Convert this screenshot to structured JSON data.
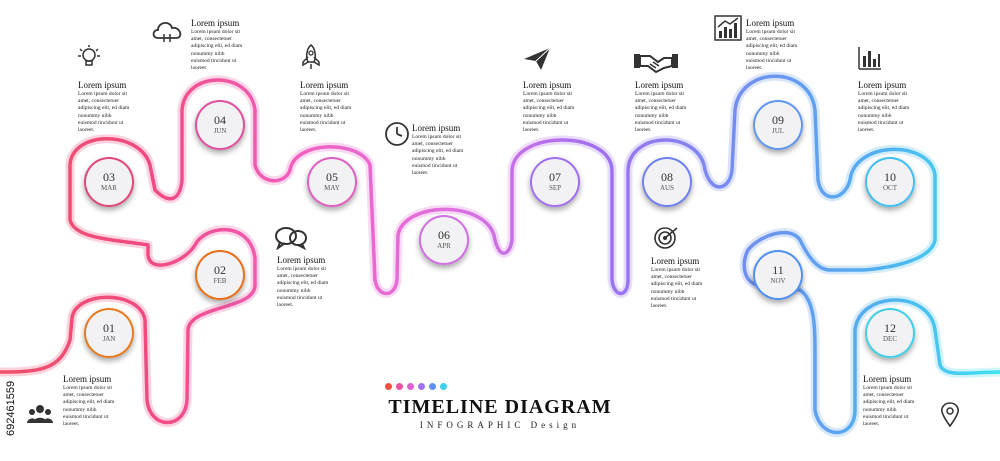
{
  "title": "TIMELINE DIAGRAM",
  "subtitle": "INFOGRAPHIC Design",
  "stock_id": "692461559",
  "palette": [
    "#f0503c",
    "#f050a0",
    "#e060d0",
    "#a070f0",
    "#6090f0",
    "#40d0f0"
  ],
  "milestones": [
    {
      "num": "01",
      "month": "JAN",
      "ring": "#e87a20",
      "heading": "Lorem ipsum",
      "text": "Lorem ipsum dolor sit\namet, consectetuer\nadipiscing elit, ed diam\nnonummy nibh\neuismod tincidunt ut\nlaoreet.",
      "icon": "users-icon"
    },
    {
      "num": "02",
      "month": "FEB",
      "ring": "#e8701a",
      "heading": "Lorem ipsum",
      "text": "Lorem ipsum dolor sit\namet, consectetuer\nadipiscing elit, ed diam\nnonummy nibh\neuismod tincidunt ut\nlaoreet.",
      "icon": "chat-bubbles-icon"
    },
    {
      "num": "03",
      "month": "MAR",
      "ring": "#e04878",
      "heading": "Lorem ipsum",
      "text": "Lorem ipsum dolor sit\namet, consectetuer\nadipiscing elit, ed diam\nnonummy nibh\neuismod tincidunt ut\nlaoreet.",
      "icon": "lightbulb-icon"
    },
    {
      "num": "04",
      "month": "JUN",
      "ring": "#e050a0",
      "heading": "Lorem ipsum",
      "text": "Lorem ipsum dolor sit\namet, consectetuer\nadipiscing elit, ed diam\nnonummy nibh\neuismod tincidunt ut\nlaoreet.",
      "icon": "cloud-icon"
    },
    {
      "num": "05",
      "month": "MAY",
      "ring": "#e060c0",
      "heading": "Lorem ipsum",
      "text": "Lorem ipsum dolor sit\namet, consectetuer\nadipiscing elit, ed diam\nnonummy nibh\neuismod tincidunt ut\nlaoreet.",
      "icon": "rocket-icon"
    },
    {
      "num": "06",
      "month": "APR",
      "ring": "#d070e0",
      "heading": "Lorem ipsum",
      "text": "Lorem ipsum dolor sit\namet, consectetuer\nadipiscing elit, ed diam\nnonummy nibh\neuismod tincidunt ut\nlaoreet.",
      "icon": "clock-icon"
    },
    {
      "num": "07",
      "month": "SEP",
      "ring": "#a070f0",
      "heading": "Lorem ipsum",
      "text": "Lorem ipsum dolor sit\namet, consectetuer\nadipiscing elit, ed diam\nnonummy nibh\neuismod tincidunt ut\nlaoreet.",
      "icon": "paper-plane-icon"
    },
    {
      "num": "08",
      "month": "AUS",
      "ring": "#7080f0",
      "heading": "Lorem ipsum",
      "text": "Lorem ipsum dolor sit\namet, consectetuer\nadipiscing elit, ed diam\nnonummy nibh\neuismod tincidunt ut\nlaoreet.",
      "icon": "handshake-icon"
    },
    {
      "num": "09",
      "month": "JUL",
      "ring": "#6098f0",
      "heading": "Lorem ipsum",
      "text": "Lorem ipsum dolor sit\namet, consectetuer\nadipiscing elit, ed diam\nnonummy nibh\neuismod tincidunt ut\nlaoreet.",
      "icon": "growth-chart-icon"
    },
    {
      "num": "10",
      "month": "OCT",
      "ring": "#40c0f0",
      "heading": "Lorem ipsum",
      "text": "Lorem ipsum dolor sit\namet, consectetuer\nadipiscing elit, ed diam\nnonummy nibh\neuismod tincidunt ut\nlaoreet.",
      "icon": "bar-chart-icon"
    },
    {
      "num": "11",
      "month": "NOV",
      "ring": "#5090f0",
      "heading": "Lorem ipsum",
      "text": "Lorem ipsum dolor sit\namet, consectetuer\nadipiscing elit, ed diam\nnonummy nibh\neuismod tincidunt ut\nlaoreet.",
      "icon": "target-icon"
    },
    {
      "num": "12",
      "month": "DEC",
      "ring": "#40d0e8",
      "heading": "Lorem ipsum",
      "text": "Lorem ipsum dolor sit\namet, consectetuer\nadipiscing elit, ed diam\nnonummy nibh\neuismod tincidunt ut\nlaoreet.",
      "icon": "location-pin-icon"
    }
  ]
}
